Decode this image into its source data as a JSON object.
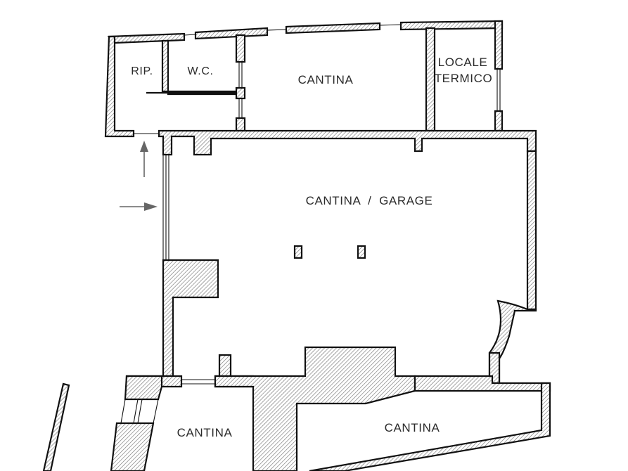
{
  "rooms": {
    "rip": "RIP.",
    "wc": "W.C.",
    "cantina_top": "CANTINA",
    "locale_line1": "LOCALE",
    "locale_line2": "TERMICO",
    "garage": "CANTINA  /  GARAGE",
    "cantina_bottom_left": "CANTINA",
    "cantina_bottom_right": "CANTINA"
  },
  "colors": {
    "wall_line": "#111111",
    "hatch": "#777777",
    "arrow": "#666666",
    "background": "#ffffff"
  },
  "markers": {
    "entrance_arrows": [
      "entrance-arrow-up",
      "entrance-arrow-right"
    ]
  }
}
